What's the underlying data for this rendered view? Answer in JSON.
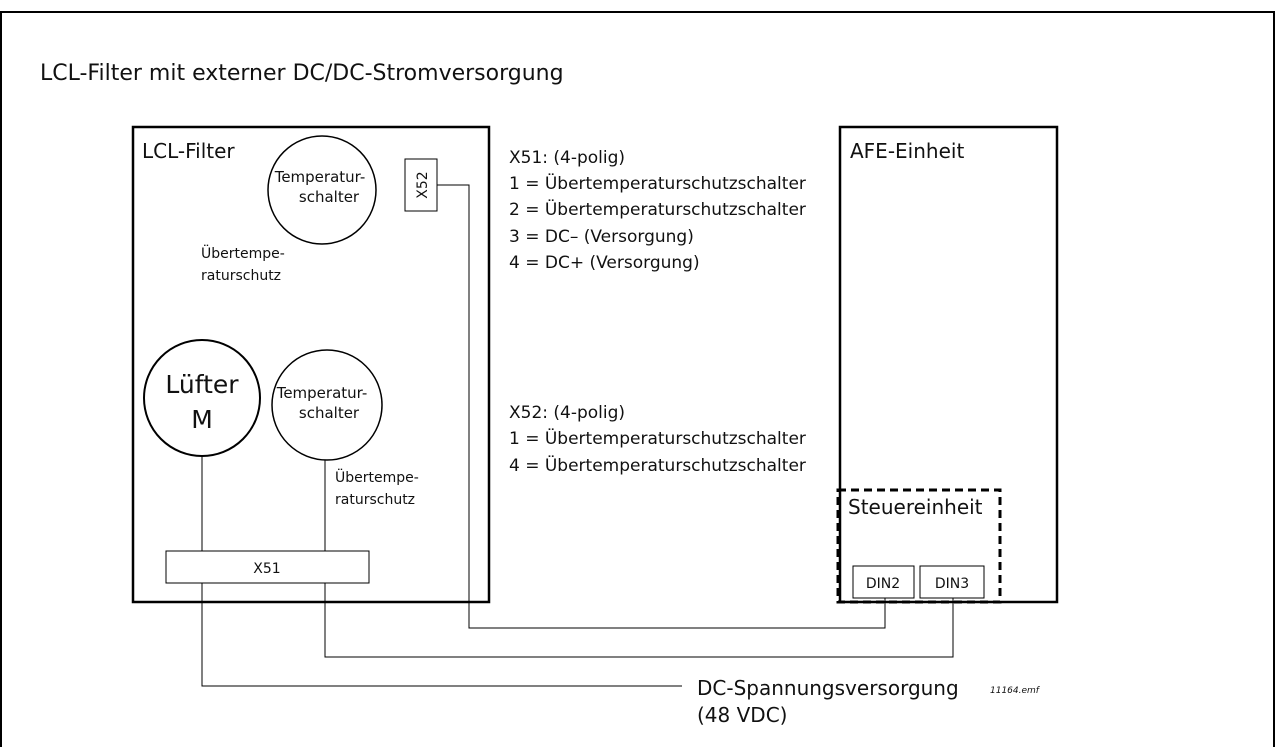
{
  "title": "LCL-Filter mit externer DC/DC-Stromversorgung",
  "lcl_filter": {
    "label": "LCL-Filter",
    "temp_switch_top": {
      "line1": "Temperatur-",
      "line2": "schalter"
    },
    "protection_top": {
      "line1": "Übertempe-",
      "line2": "raturschutz"
    },
    "connector_x52": "X52",
    "fan": {
      "line1": "Lüfter",
      "line2": "M"
    },
    "temp_switch_bottom": {
      "line1": "Temperatur-",
      "line2": "schalter"
    },
    "protection_bottom": {
      "line1": "Übertempe-",
      "line2": "raturschutz"
    },
    "connector_x51": "X51"
  },
  "x51_legend": {
    "heading": "X51: (4-polig)",
    "lines": [
      "1 = Übertemperaturschutzschalter",
      "2 = Übertemperaturschutzschalter",
      "3 = DC– (Versorgung)",
      "4 = DC+ (Versorgung)"
    ]
  },
  "x52_legend": {
    "heading": "X52: (4-polig)",
    "lines": [
      "1 = Übertemperaturschutzschalter",
      "4 = Übertemperaturschutzschalter"
    ]
  },
  "afe_unit": {
    "label": "AFE-Einheit",
    "control_unit": "Steuereinheit",
    "din2": "DIN2",
    "din3": "DIN3"
  },
  "supply": {
    "line1": "DC-Spannungsversorgung",
    "line2": "(48 VDC)"
  },
  "file_name": "11164.emf"
}
